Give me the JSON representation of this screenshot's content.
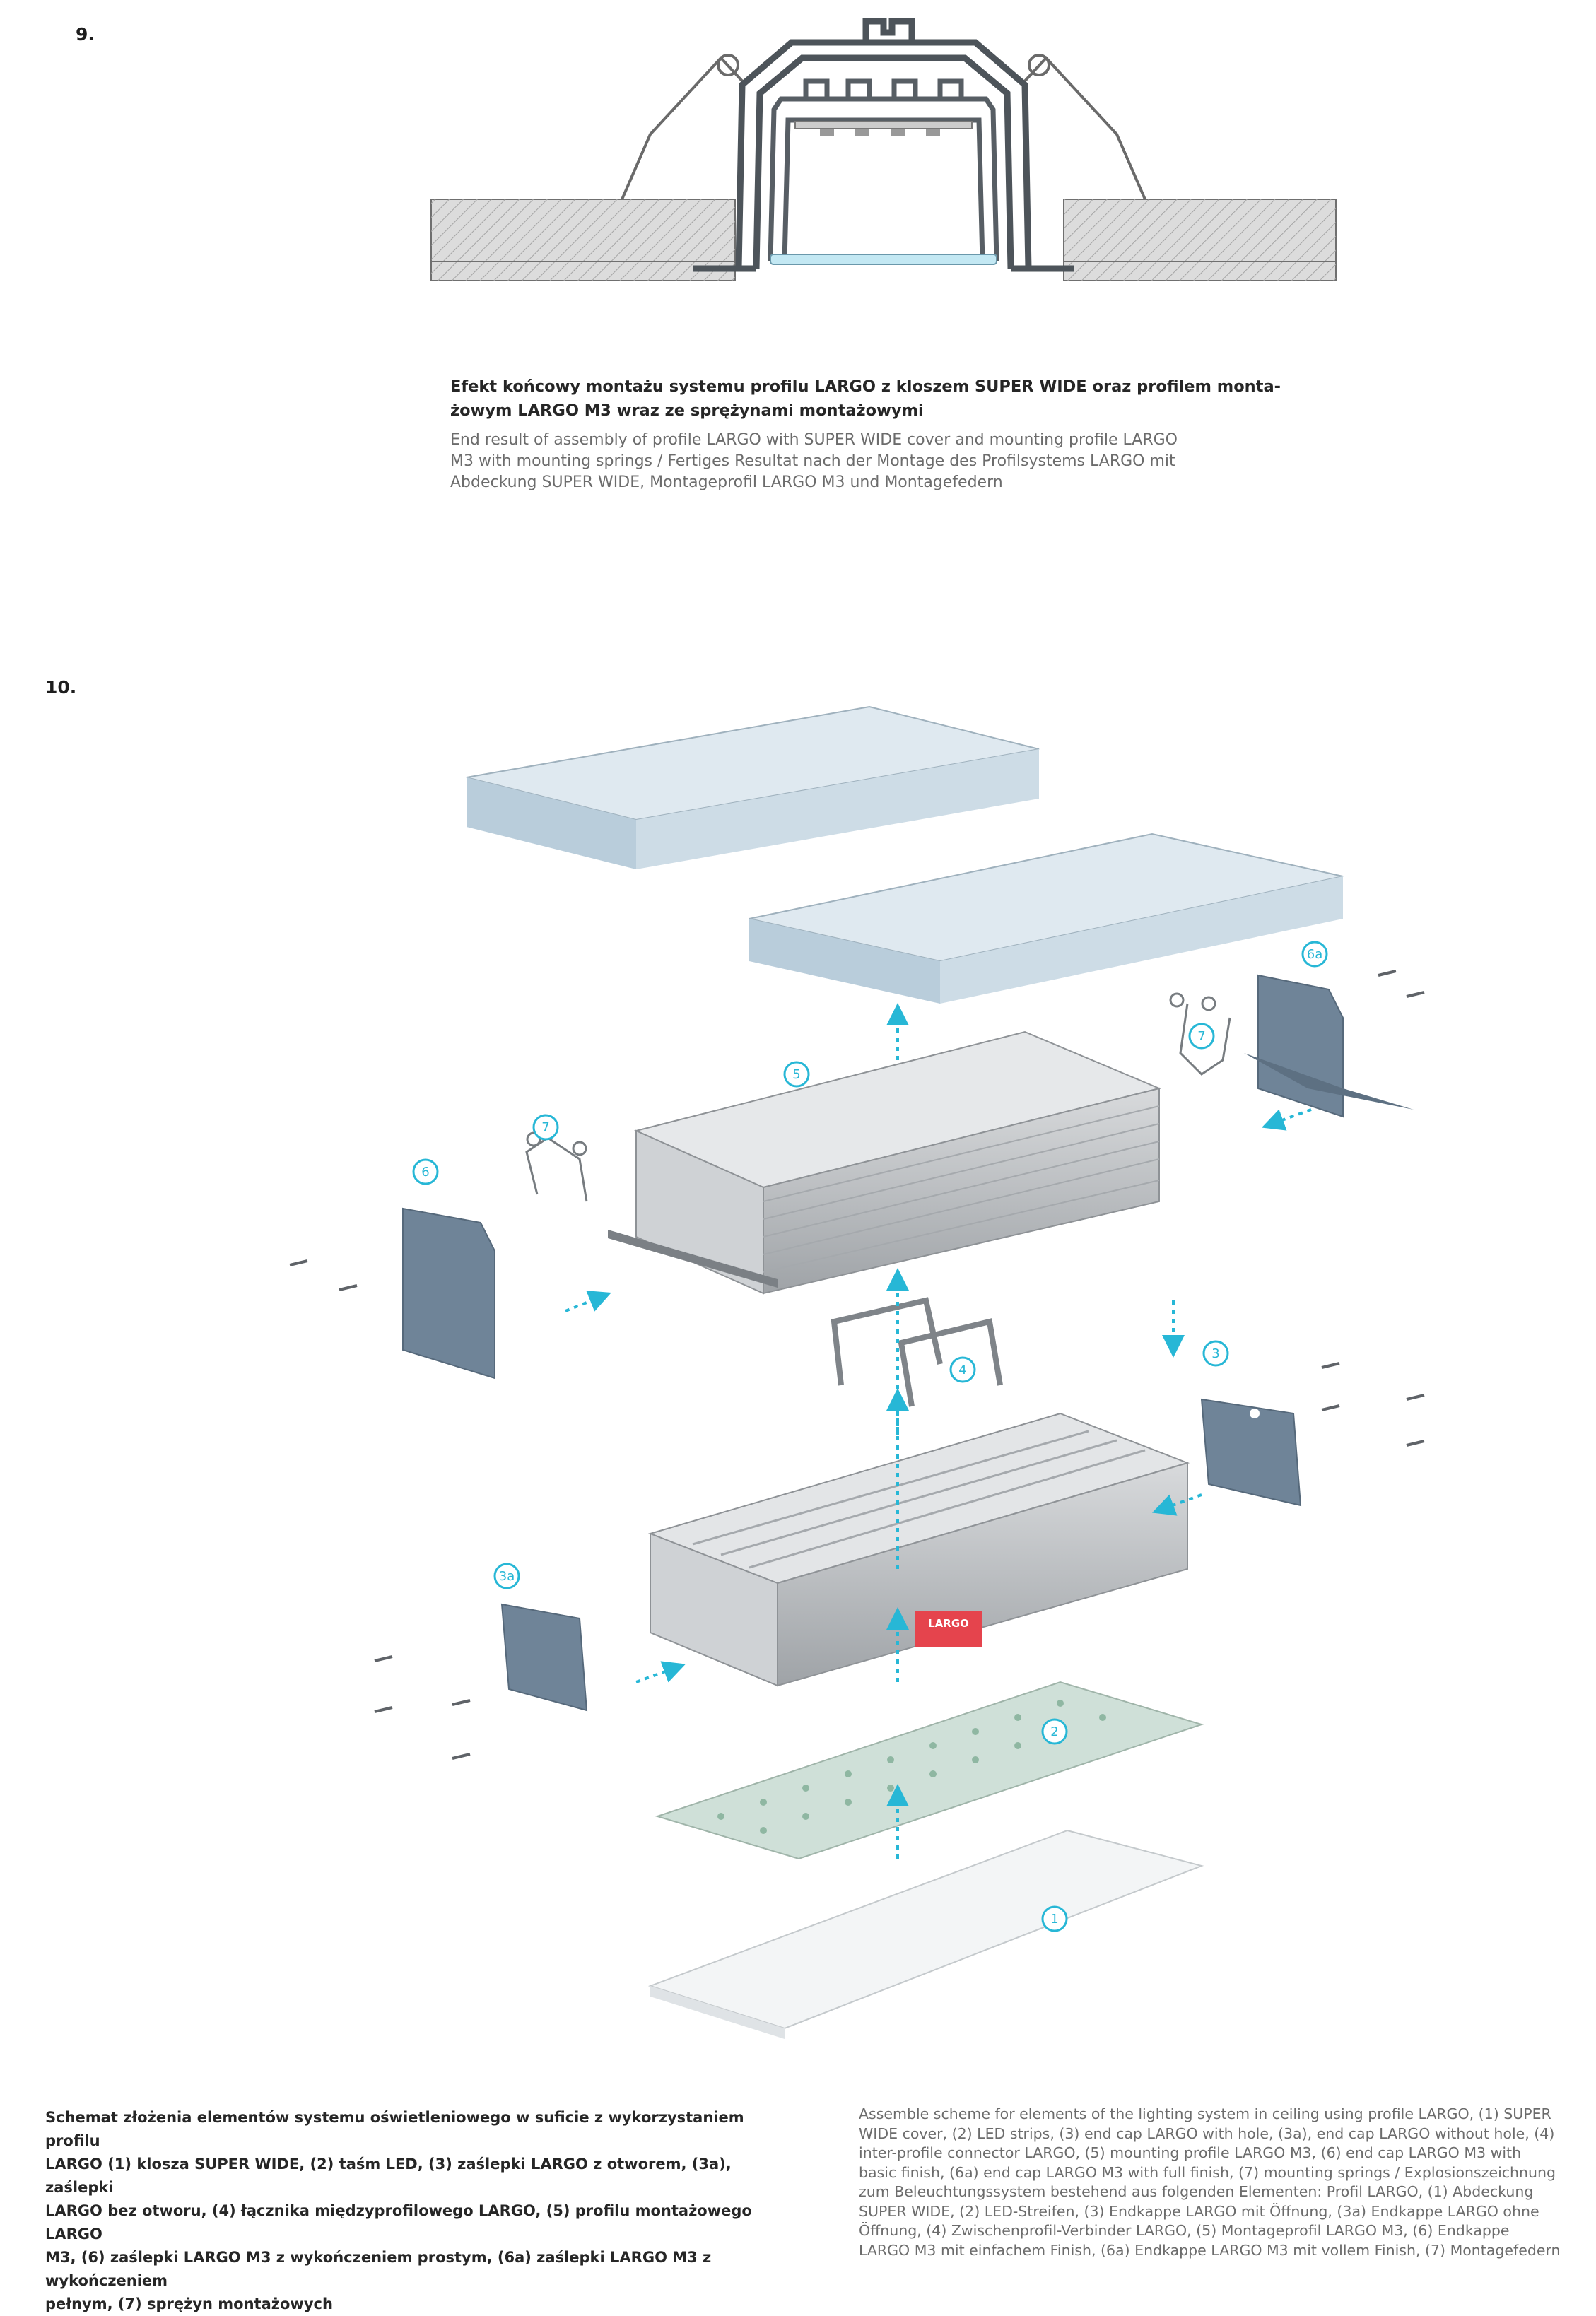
{
  "section9": {
    "number": "9.",
    "caption_pl_line1": "Efekt końcowy montażu systemu profilu LARGO z kloszem SUPER WIDE oraz profilem monta-",
    "caption_pl_line2": "żowym LARGO M3 wraz ze sprężynami montażowymi",
    "caption_en_line1": "End result of assembly of profile LARGO with SUPER WIDE cover and mounting profile LARGO",
    "caption_en_line2": "M3 with mounting springs / Fertiges Resultat nach der Montage des Profilsystems LARGO mit",
    "caption_en_line3": "Abdeckung SUPER WIDE, Montageprofil LARGO M3 und Montagefedern"
  },
  "section10": {
    "number": "10.",
    "labels": {
      "l1": "1",
      "l2": "2",
      "l3": "3",
      "l3a": "3a",
      "l4": "4",
      "l5": "5",
      "l6": "6",
      "l6a": "6a",
      "l7a": "7",
      "l7b": "7"
    },
    "brand_label": "LARGO",
    "caption_pl": [
      "Schemat złożenia elementów systemu oświetleniowego w suficie z wykorzystaniem profilu",
      "LARGO (1) klosza SUPER WIDE, (2) taśm LED, (3) zaślepki LARGO z otworem, (3a), zaślepki",
      "LARGO bez otworu, (4) łącznika międzyprofilowego LARGO, (5) profilu montażowego LARGO",
      "M3, (6) zaślepki LARGO M3 z wykończeniem prostym, (6a) zaślepki LARGO M3 z wykończeniem",
      "pełnym, (7) sprężyn montażowych"
    ],
    "caption_en": [
      "Assemble scheme for elements of the lighting system in ceiling using profile LARGO, (1) SUPER",
      "WIDE cover, (2) LED strips, (3) end cap LARGO with hole, (3a), end cap LARGO without hole, (4)",
      "inter-profile connector LARGO, (5) mounting profile LARGO M3, (6) end cap LARGO M3 with",
      "basic finish, (6a) end cap LARGO M3 with full finish, (7) mounting springs / Explosionszeichnung",
      "zum Beleuchtungssystem bestehend aus folgenden Elementen: Profil LARGO, (1) Abdeckung",
      "SUPER WIDE, (2) LED-Streifen, (3) Endkappe LARGO mit Öffnung, (3a) Endkappe LARGO ohne",
      "Öffnung, (4) Zwischenprofil-Verbinder LARGO, (5) Montageprofil LARGO M3, (6) Endkappe",
      "LARGO M3 mit einfachem Finish, (6a) Endkappe LARGO M3 mit vollem Finish, (7) Montagefedern"
    ]
  },
  "colors": {
    "accent": "#27b7d6",
    "aluminium": "#b9bcbf",
    "cover": "#c7dbe7",
    "endcap": "#6f8498",
    "brand_red": "#e5444d"
  }
}
